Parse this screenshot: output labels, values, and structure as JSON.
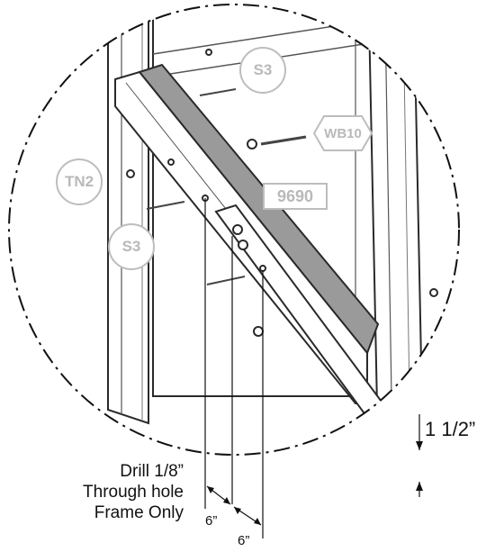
{
  "labels": {
    "s3_top": "S3",
    "wb10": "WB10",
    "tn2": "TN2",
    "part_9690": "9690",
    "s3_left": "S3"
  },
  "note": {
    "line1": "Drill 1/8”",
    "line2": "Through hole",
    "line3": "Frame Only"
  },
  "dimensions": {
    "thickness": "1 1/2”",
    "spacing_1": "6”",
    "spacing_2": "6”"
  },
  "colors": {
    "line": "#2a2a2a",
    "panel_fill": "#ffffff",
    "shadow": "#9a9a9a",
    "tag_gray": "#b9b9b9"
  }
}
